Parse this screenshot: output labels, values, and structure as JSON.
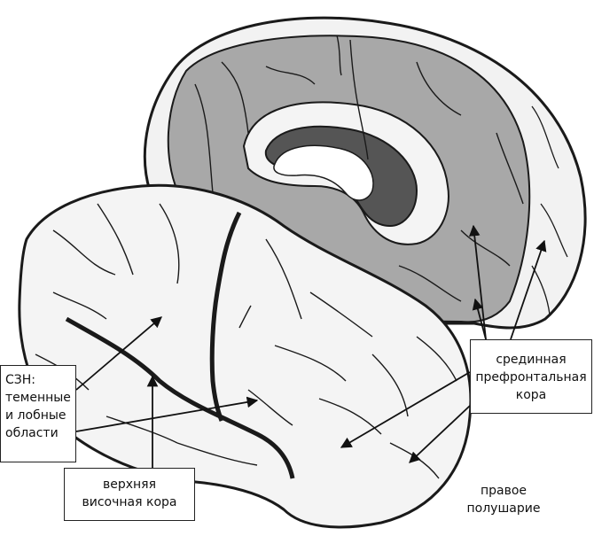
{
  "labels": {
    "szn": [
      "СЗН:",
      "теменные",
      "и лобные",
      "области"
    ],
    "stc": [
      "верхняя",
      "височная кора"
    ],
    "mpfc": [
      "срединная",
      "префронтальная",
      "кора"
    ],
    "right_hemisphere": [
      "правое",
      "полушарие"
    ]
  },
  "colors": {
    "outline": "#1a1a1a",
    "medial_surface": "#a8a8a8",
    "cortex_light": "#f4f4f4",
    "corpus_callosum_dark": "#555555",
    "background": "#ffffff"
  }
}
